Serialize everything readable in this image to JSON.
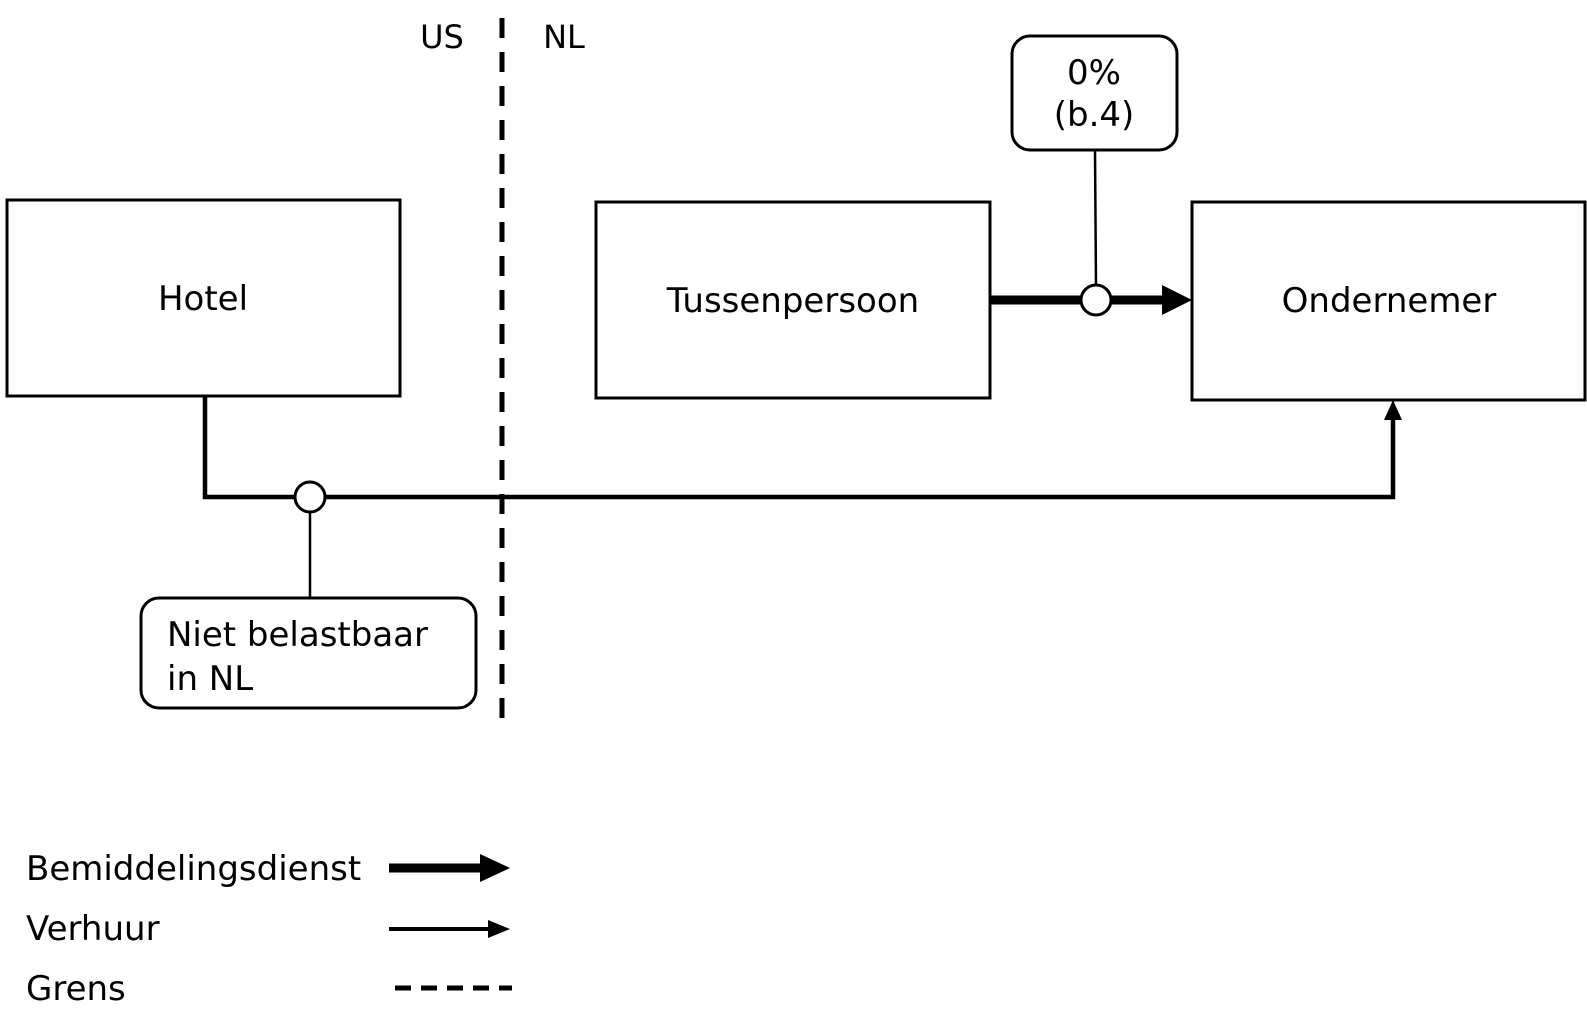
{
  "regions": {
    "left": "US",
    "right": "NL"
  },
  "nodes": {
    "hotel": "Hotel",
    "intermediary": "Tussenpersoon",
    "entrepreneur": "Ondernemer"
  },
  "callouts": {
    "rate": {
      "line1": "0%",
      "line2": "(b.4)"
    },
    "not_taxable": {
      "line1": "Niet belastbaar",
      "line2": "in NL"
    }
  },
  "legend": {
    "mediation_service": "Bemiddelingsdienst",
    "rental": "Verhuur",
    "border": "Grens"
  },
  "colors": {
    "stroke": "#000000",
    "fill": "#ffffff"
  }
}
